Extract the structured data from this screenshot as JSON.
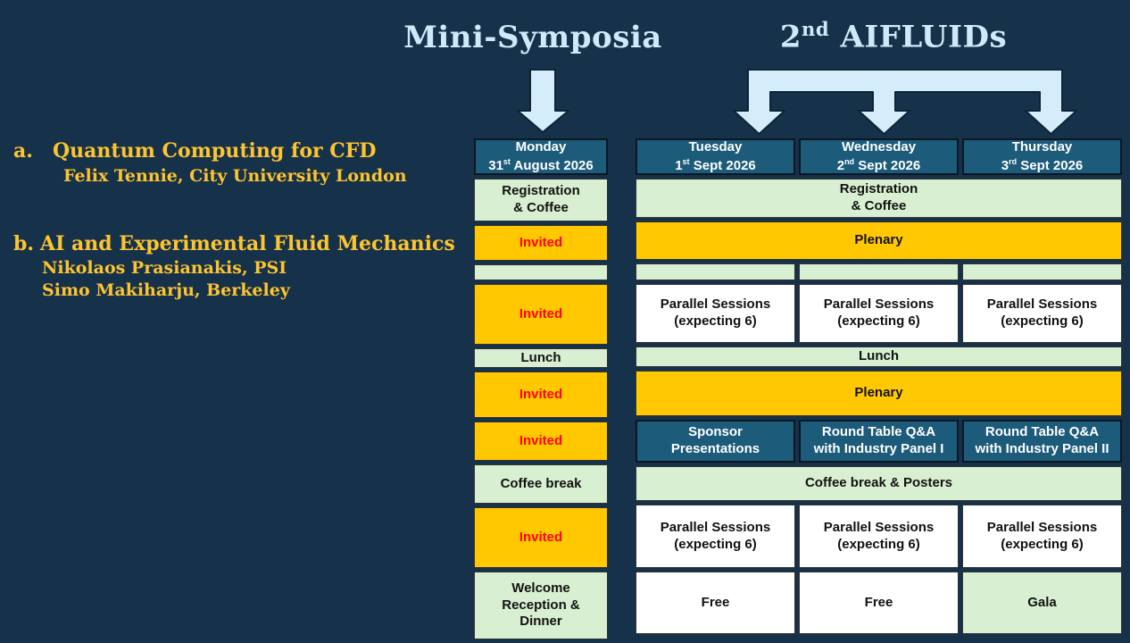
{
  "colors": {
    "background": "#16314a",
    "header_teal": "#1c5b7a",
    "gold": "#ffc800",
    "light_green": "#d9efd1",
    "white_cell": "#ffffff",
    "invited_red": "#ff0000",
    "title_light_blue": "#cfe9f8",
    "list_gold_text": "#fdc42f"
  },
  "titles": {
    "mini_symposia": "Mini-Symposia",
    "aifluids_num": "2",
    "aifluids_sup": "nd",
    "aifluids_rest": " AIFLUIDs"
  },
  "symposia": [
    {
      "marker": "a.",
      "title": "Quantum Computing for CFD",
      "speakers": [
        "Felix Tennie, City University London"
      ]
    },
    {
      "marker": "b.",
      "title": "AI and Experimental Fluid Mechanics",
      "speakers": [
        "Nikolaos Prasianakis, PSI",
        "Simo Makiharju, Berkeley"
      ]
    }
  ],
  "monday": {
    "day": "Monday",
    "date_num": "31",
    "date_sup": "st",
    "date_rest": " August 2026",
    "registration": "Registration\n& Coffee",
    "invited1": "Invited",
    "empty": "",
    "invited2": "Invited",
    "lunch": "Lunch",
    "invited3": "Invited",
    "invited4": "Invited",
    "coffee": "Coffee break",
    "invited5": "Invited",
    "welcome": "Welcome\nReception &\nDinner"
  },
  "week": {
    "headers": [
      {
        "day": "Tuesday",
        "num": "1",
        "sup": "st",
        "rest": " Sept 2026"
      },
      {
        "day": "Wednesday",
        "num": "2",
        "sup": "nd",
        "rest": " Sept 2026"
      },
      {
        "day": "Thursday",
        "num": "3",
        "sup": "rd",
        "rest": " Sept 2026"
      }
    ],
    "registration": "Registration\n& Coffee",
    "plenary1": "Plenary",
    "empty_row": [
      "",
      "",
      ""
    ],
    "parallel1": [
      "Parallel Sessions\n(expecting 6)",
      "Parallel Sessions\n(expecting 6)",
      "Parallel Sessions\n(expecting 6)"
    ],
    "lunch": "Lunch",
    "plenary2": "Plenary",
    "special": [
      "Sponsor\nPresentations",
      "Round Table Q&A\nwith Industry Panel I",
      "Round Table Q&A\nwith Industry Panel II"
    ],
    "coffee_posters": "Coffee break & Posters",
    "parallel2": [
      "Parallel Sessions\n(expecting 6)",
      "Parallel Sessions\n(expecting 6)",
      "Parallel Sessions\n(expecting 6)"
    ],
    "evening": [
      "Free",
      "Free",
      "Gala"
    ]
  }
}
